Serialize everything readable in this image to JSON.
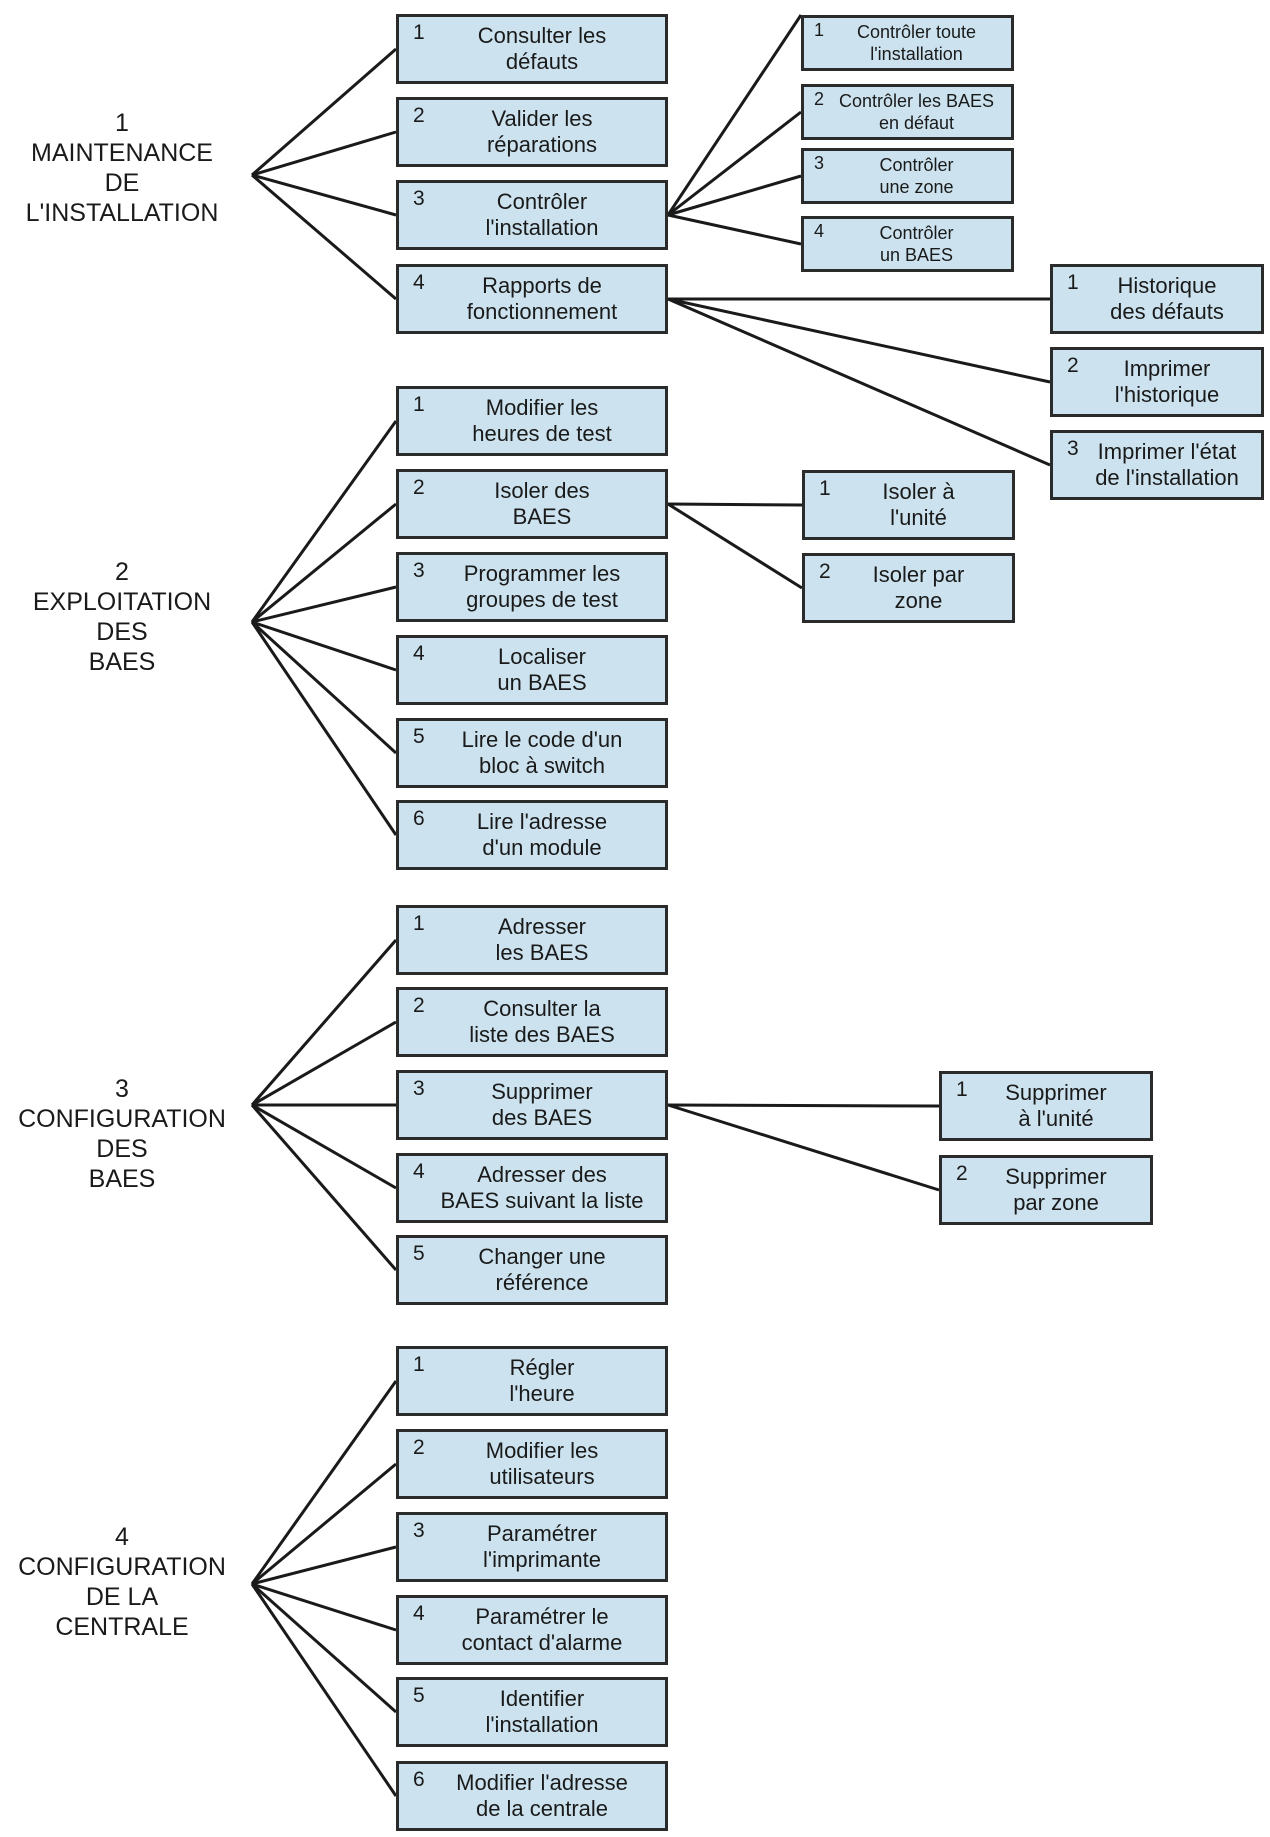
{
  "sections": [
    {
      "title": "1\nMAINTENANCE\nDE\nL'INSTALLATION",
      "items": [
        {
          "num": "1",
          "label": "Consulter les\ndéfauts"
        },
        {
          "num": "2",
          "label": "Valider les\nréparations"
        },
        {
          "num": "3",
          "label": "Contrôler\nl'installation"
        },
        {
          "num": "4",
          "label": "Rapports de\nfonctionnement"
        }
      ]
    },
    {
      "title": "2\nEXPLOITATION\nDES\nBAES",
      "items": [
        {
          "num": "1",
          "label": "Modifier les\nheures de test"
        },
        {
          "num": "2",
          "label": "Isoler des\nBAES"
        },
        {
          "num": "3",
          "label": "Programmer les\ngroupes de test"
        },
        {
          "num": "4",
          "label": "Localiser\nun BAES"
        },
        {
          "num": "5",
          "label": "Lire le code d'un\nbloc à switch"
        },
        {
          "num": "6",
          "label": "Lire l'adresse\nd'un module"
        }
      ]
    },
    {
      "title": "3\nCONFIGURATION\nDES\nBAES",
      "items": [
        {
          "num": "1",
          "label": "Adresser\nles BAES"
        },
        {
          "num": "2",
          "label": "Consulter la\nliste des BAES"
        },
        {
          "num": "3",
          "label": "Supprimer\ndes BAES"
        },
        {
          "num": "4",
          "label": "Adresser des\nBAES suivant la liste"
        },
        {
          "num": "5",
          "label": "Changer une\nréférence"
        }
      ]
    },
    {
      "title": "4\nCONFIGURATION\nDE LA\nCENTRALE",
      "items": [
        {
          "num": "1",
          "label": "Régler\nl'heure"
        },
        {
          "num": "2",
          "label": "Modifier les\nutilisateurs"
        },
        {
          "num": "3",
          "label": "Paramétrer\nl'imprimante"
        },
        {
          "num": "4",
          "label": "Paramétrer le\ncontact d'alarme"
        },
        {
          "num": "5",
          "label": "Identifier\nl'installation"
        },
        {
          "num": "6",
          "label": "Modifier l'adresse\nde la centrale"
        }
      ]
    }
  ],
  "subgroups": [
    {
      "parent": "1.3",
      "items": [
        {
          "num": "1",
          "label": "Contrôler toute\nl'installation"
        },
        {
          "num": "2",
          "label": "Contrôler les BAES\nen défaut"
        },
        {
          "num": "3",
          "label": "Contrôler\nune zone"
        },
        {
          "num": "4",
          "label": "Contrôler\nun BAES"
        }
      ]
    },
    {
      "parent": "1.4",
      "items": [
        {
          "num": "1",
          "label": "Historique\ndes défauts"
        },
        {
          "num": "2",
          "label": "Imprimer\nl'historique"
        },
        {
          "num": "3",
          "label": "Imprimer l'état\nde l'installation"
        }
      ]
    },
    {
      "parent": "2.2",
      "items": [
        {
          "num": "1",
          "label": "Isoler à\nl'unité"
        },
        {
          "num": "2",
          "label": "Isoler par\nzone"
        }
      ]
    },
    {
      "parent": "3.3",
      "items": [
        {
          "num": "1",
          "label": "Supprimer\nà l'unité"
        },
        {
          "num": "2",
          "label": "Supprimer\npar zone"
        }
      ]
    }
  ],
  "colors": {
    "box_fill": "#cce3ef",
    "box_border": "#2b2b2b",
    "line": "#1a1a1a"
  }
}
